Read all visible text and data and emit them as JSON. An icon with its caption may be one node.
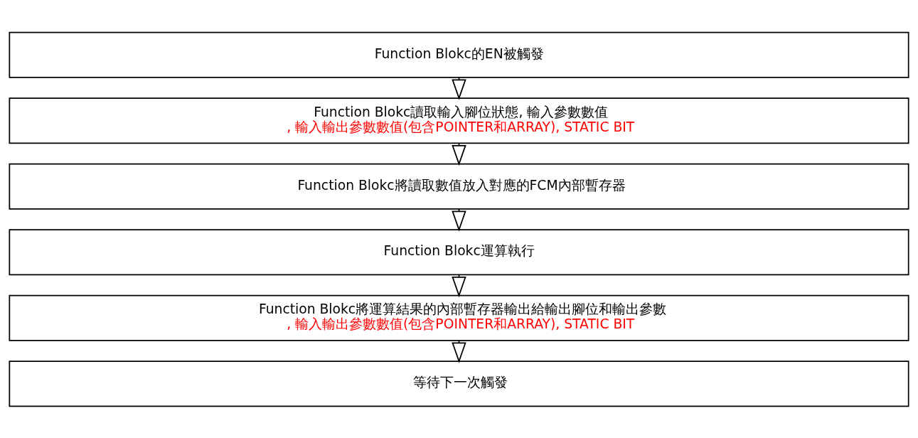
{
  "diagram": {
    "nodes": [
      {
        "text": [
          "Function Blokc的EN被觸發"
        ]
      },
      {
        "text": [
          "Function Blokc讀取輸入腳位狀態, 輸入參數數值",
          ", 輸入輸出參數數值(包含POINTER和ARRAY), STATIC BIT"
        ]
      },
      {
        "text": [
          "Function Blokc將讀取數值放入對應的FCM內部暫存器"
        ]
      },
      {
        "text": [
          "Function Blokc運算執行"
        ]
      },
      {
        "text": [
          "Function Blokc將運算結果的內部暫存器輸出給輸出腳位和輸出參數",
          ", 輸入輸出參數數值(包含POINTER和ARRAY), STATIC BIT"
        ]
      },
      {
        "text": [
          "等待下一次觸發"
        ]
      }
    ],
    "edges": [
      {
        "from": 0,
        "to": 1,
        "arrow": "to"
      },
      {
        "from": 1,
        "to": 2,
        "arrow": "to"
      },
      {
        "from": 2,
        "to": 3,
        "arrow": "to"
      },
      {
        "from": 3,
        "to": 4,
        "arrow": "to"
      },
      {
        "from": 4,
        "to": 5,
        "arrow": "to"
      }
    ]
  }
}
